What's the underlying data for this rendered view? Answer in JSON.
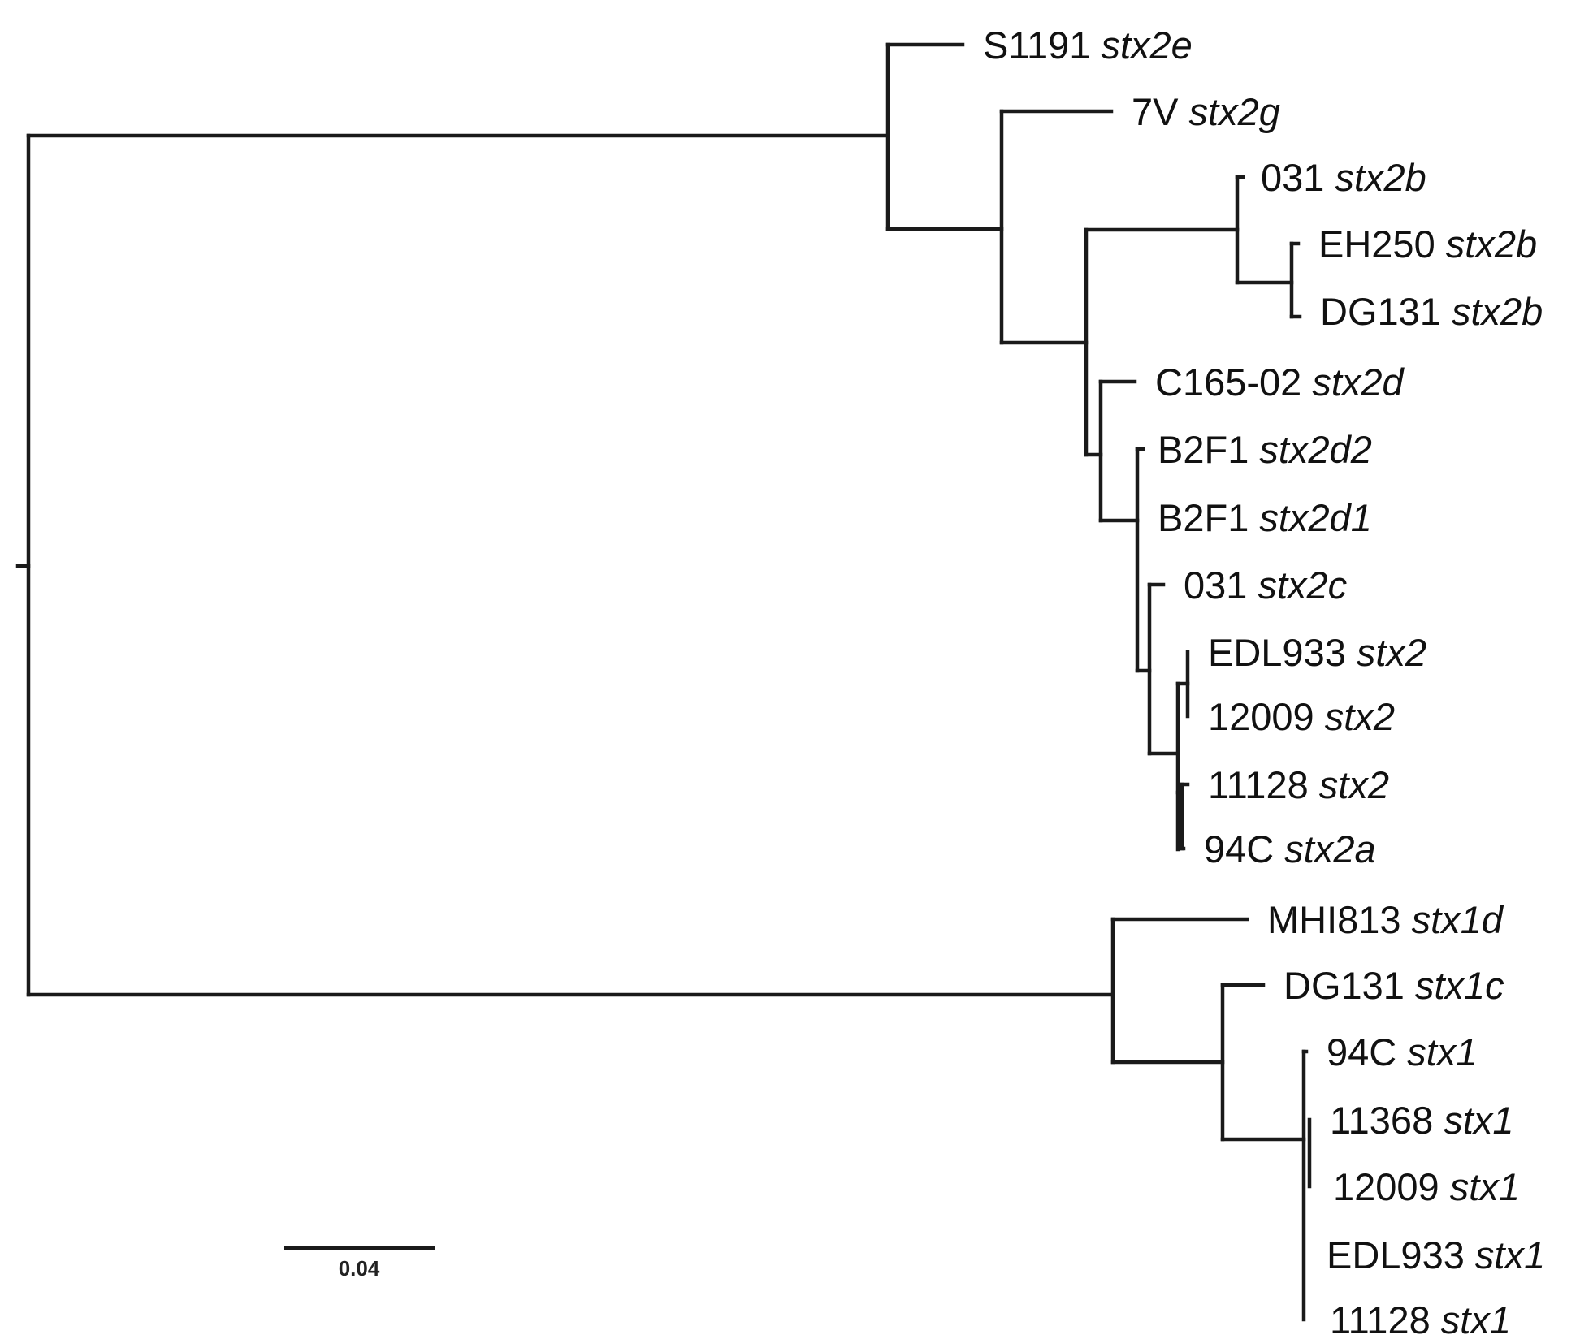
{
  "figure": {
    "type": "phylogenetic-tree",
    "scale_bar": {
      "label": "0.04",
      "value": 0.04
    }
  },
  "taxa": [
    {
      "strain": "S1191",
      "gene": "stx2e"
    },
    {
      "strain": "7V",
      "gene": "stx2g"
    },
    {
      "strain": "031",
      "gene": "stx2b"
    },
    {
      "strain": "EH250",
      "gene": "stx2b"
    },
    {
      "strain": "DG131",
      "gene": "stx2b"
    },
    {
      "strain": "C165-02",
      "gene": "stx2d"
    },
    {
      "strain": "B2F1",
      "gene": "stx2d2"
    },
    {
      "strain": "B2F1",
      "gene": "stx2d1"
    },
    {
      "strain": "031",
      "gene": "stx2c"
    },
    {
      "strain": "EDL933",
      "gene": "stx2"
    },
    {
      "strain": "12009",
      "gene": "stx2"
    },
    {
      "strain": "11128",
      "gene": "stx2"
    },
    {
      "strain": "94C",
      "gene": "stx2a"
    },
    {
      "strain": "MHI813",
      "gene": "stx1d"
    },
    {
      "strain": "DG131",
      "gene": "stx1c"
    },
    {
      "strain": "94C",
      "gene": "stx1"
    },
    {
      "strain": "11368",
      "gene": "stx1"
    },
    {
      "strain": "12009",
      "gene": "stx1"
    },
    {
      "strain": "EDL933",
      "gene": "stx1"
    },
    {
      "strain": "11128",
      "gene": "stx1"
    }
  ]
}
